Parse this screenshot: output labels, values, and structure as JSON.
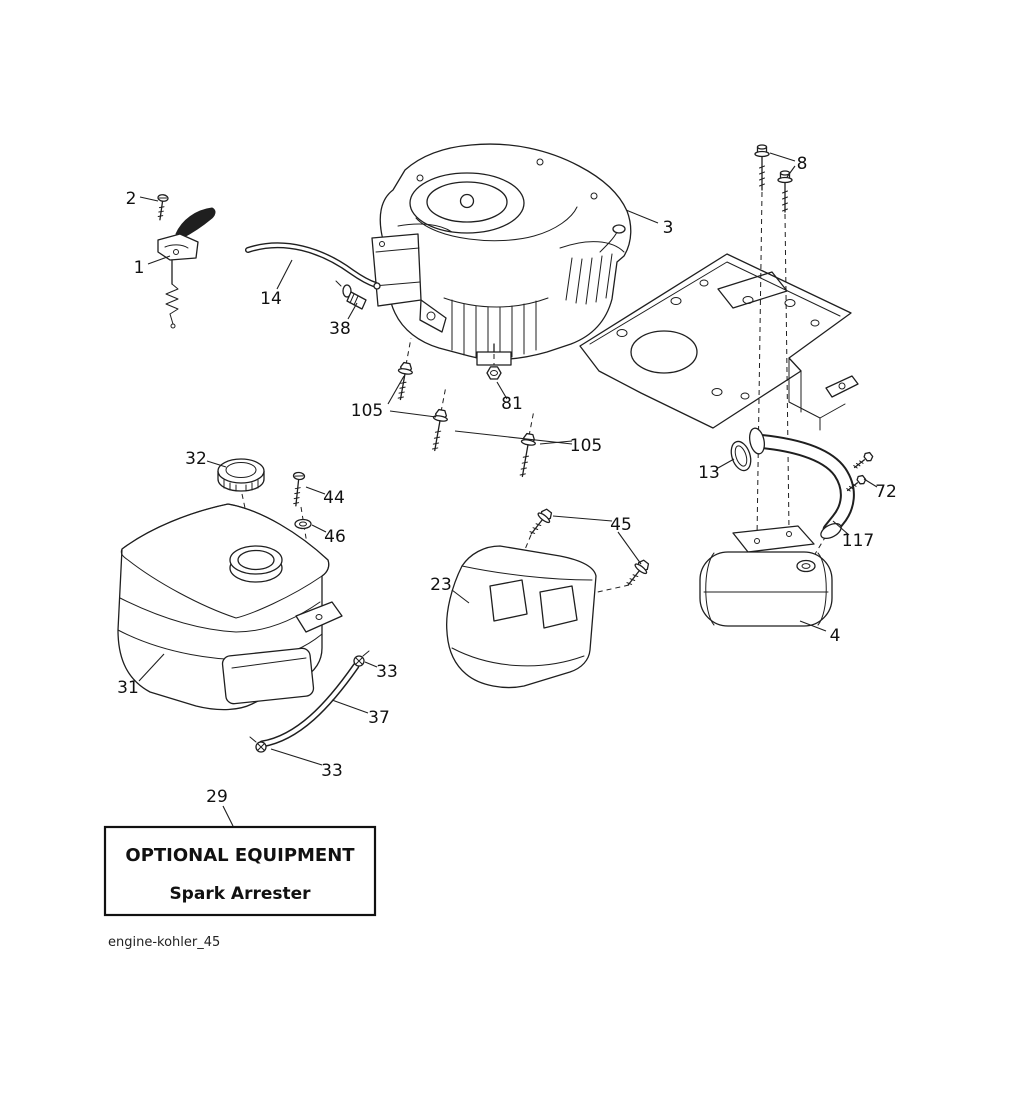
{
  "figure": {
    "footer_text": "engine-kohler_45",
    "optional_equipment_box": {
      "title": "OPTIONAL EQUIPMENT",
      "subtitle": "Spark Arrester"
    },
    "callouts": {
      "c1": "1",
      "c2": "2",
      "c3": "3",
      "c4": "4",
      "c8": "8",
      "c13": "13",
      "c14": "14",
      "c23": "23",
      "c29": "29",
      "c31": "31",
      "c32": "32",
      "c33_upper": "33",
      "c33_lower": "33",
      "c37": "37",
      "c38": "38",
      "c44": "44",
      "c45": "45",
      "c46": "46",
      "c72": "72",
      "c81": "81",
      "c105_left": "105",
      "c105_right": "105",
      "c117": "117"
    }
  }
}
